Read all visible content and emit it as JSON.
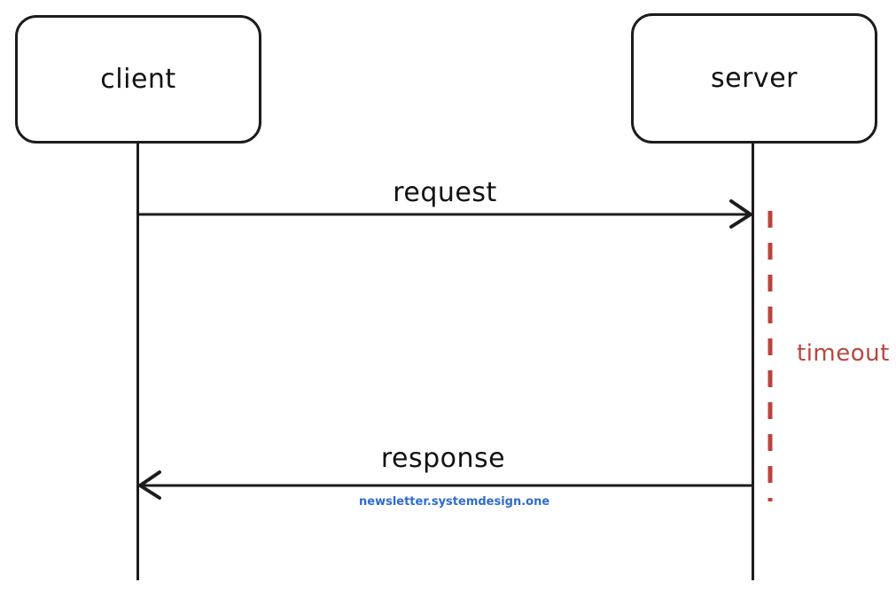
{
  "diagram": {
    "type": "sequence-diagram",
    "actors": [
      {
        "id": "client",
        "label": "client"
      },
      {
        "id": "server",
        "label": "server"
      }
    ],
    "messages": [
      {
        "label": "request",
        "from": "client",
        "to": "server",
        "direction": "right"
      },
      {
        "label": "response",
        "from": "server",
        "to": "client",
        "direction": "left"
      }
    ],
    "annotations": [
      {
        "label": "timeout",
        "style": "vertical-dashed-line",
        "attached_to": "server-lifeline",
        "color": "#b9453f"
      }
    ],
    "watermark": {
      "text": "newsletter.systemdesign.one",
      "color": "#2e6bd0"
    }
  },
  "colors": {
    "background": "#ffffff",
    "line": "#1c1c1c",
    "timeout_red": "#b9453f",
    "watermark_blue": "#2e6bd0"
  }
}
